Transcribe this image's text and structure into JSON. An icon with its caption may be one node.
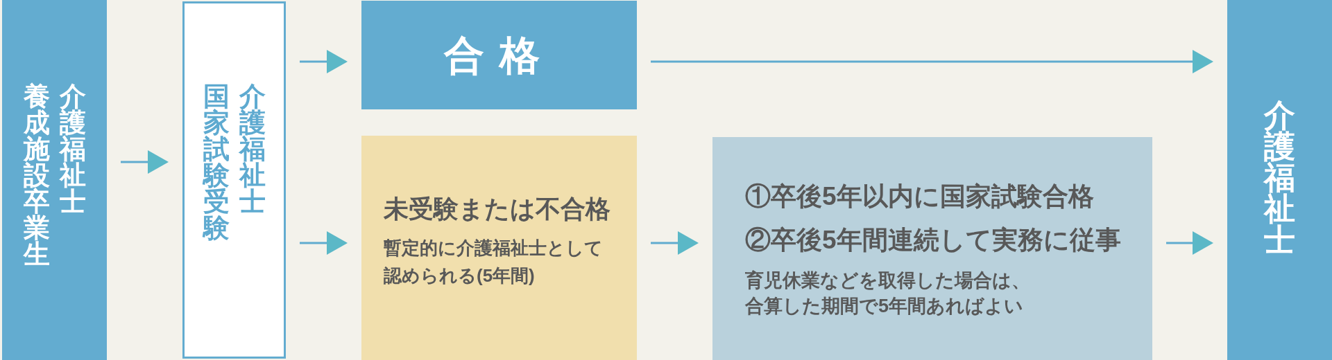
{
  "diagram": {
    "nodes": [
      {
        "text": [
          "介護福祉士養成施設卒業生"
        ]
      },
      {
        "text": [
          "介護福祉士国家試験受験"
        ]
      },
      {
        "text": [
          "合格"
        ]
      },
      {
        "text": [
          "未受験または不合格",
          "暫定的に介護福祉士として認められる(5年間)"
        ]
      },
      {
        "text": [
          "①卒後5年以内に国家試験合格",
          "②卒後5年間連続して実務に従事",
          "育児休業などを取得した場合は、合算した期間で5年間あればよい"
        ]
      },
      {
        "text": [
          "介護福祉士"
        ]
      }
    ],
    "edges": [
      {
        "from": 0,
        "to": 1,
        "arrow": "to"
      },
      {
        "from": 1,
        "to": 2,
        "arrow": "to"
      },
      {
        "from": 1,
        "to": 3,
        "arrow": "to"
      },
      {
        "from": 2,
        "to": 5,
        "arrow": "to"
      },
      {
        "from": 3,
        "to": 4,
        "arrow": "to"
      },
      {
        "from": 4,
        "to": 5,
        "arrow": "to"
      }
    ]
  }
}
